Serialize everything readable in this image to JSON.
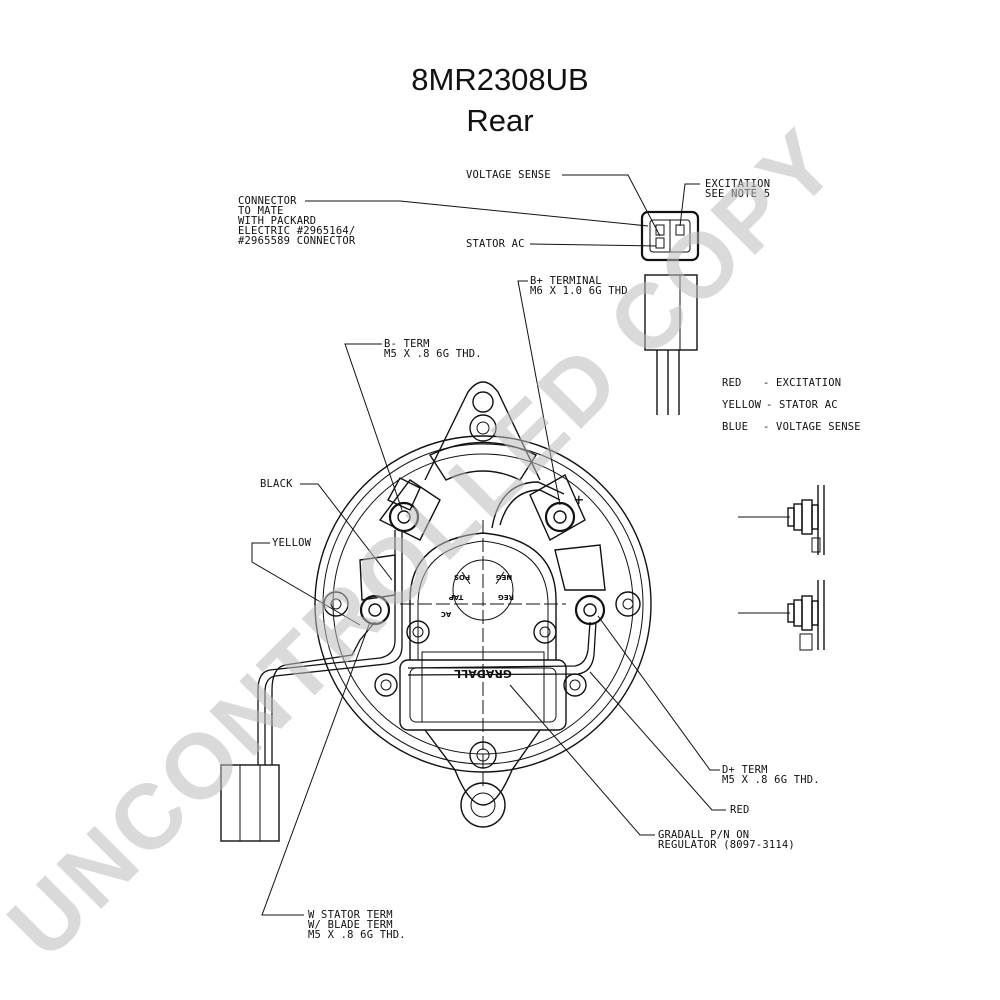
{
  "title": "8MR2308UB",
  "subtitle": "Rear",
  "watermark": "UNCONTROLLED COPY",
  "labels": {
    "connector": [
      "CONNECTOR",
      "TO MATE",
      "WITH PACKARD",
      "ELECTRIC #2965164/",
      "#2965589 CONNECTOR"
    ],
    "voltage_sense": "VOLTAGE SENSE",
    "excitation": [
      "EXCITATION",
      "SEE NOTE 5"
    ],
    "stator_ac": "STATOR AC",
    "b_plus_terminal": [
      "B+ TERMINAL",
      "M6 X 1.0 6G THD"
    ],
    "b_minus_term": [
      "B- TERM",
      "M5 X .8 6G THD."
    ],
    "black": "BLACK",
    "yellow": "YELLOW",
    "d_plus_term": [
      "D+ TERM",
      "M5 X .8 6G THD."
    ],
    "red": "RED",
    "gradall_pn": [
      "GRADALL P/N ON",
      "REGULATOR (8097-3114)"
    ],
    "w_stator_term": [
      "W STATOR TERM",
      "W/ BLADE TERM",
      "M5 X .8 6G THD."
    ]
  },
  "wire_legend": [
    {
      "color": "RED",
      "function": "- EXCITATION"
    },
    {
      "color": "YELLOW",
      "function": "- STATOR AC"
    },
    {
      "color": "BLUE",
      "function": "- VOLTAGE SENSE"
    }
  ],
  "regulator_marks": {
    "neg": "NEG",
    "pos": "POS",
    "tap": "TAP",
    "reg": "REG",
    "ac": "AC",
    "plus": "+",
    "brand": "GRADALL"
  }
}
